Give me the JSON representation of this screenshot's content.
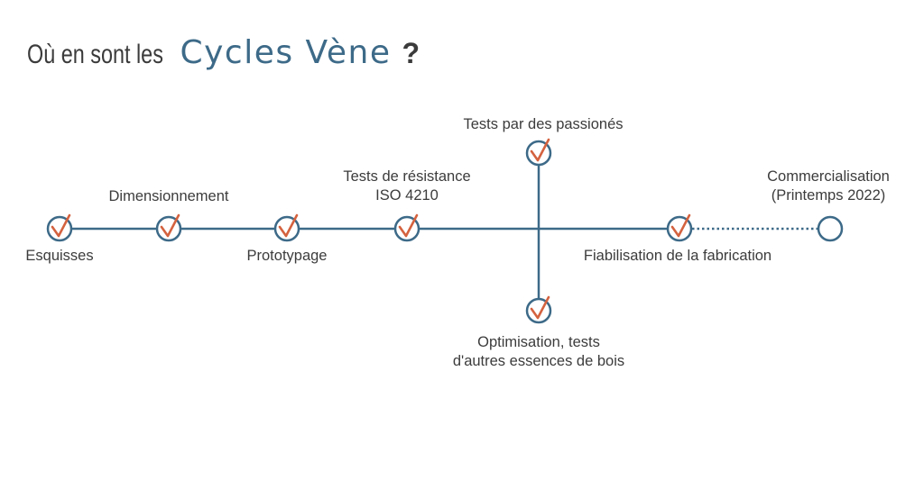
{
  "title": {
    "part1": "Où en sont les",
    "part2": "Cycles Vène",
    "part3": "?"
  },
  "colors": {
    "line": "#3d6a88",
    "check": "#d4623f",
    "text": "#3c3c3c"
  },
  "milestones": [
    {
      "id": "esquisses",
      "label": "Esquisses",
      "done": true
    },
    {
      "id": "dimensionnement",
      "label": "Dimensionnement",
      "done": true
    },
    {
      "id": "prototypage",
      "label": "Prototypage",
      "done": true
    },
    {
      "id": "tests-resistance",
      "label": "Tests de résistance",
      "label2": "ISO 4210",
      "done": true
    },
    {
      "id": "tests-passionnes",
      "label": "Tests par des passionés",
      "done": true
    },
    {
      "id": "optimisation",
      "label": "Optimisation, tests",
      "label2": "d'autres essences de bois",
      "done": true
    },
    {
      "id": "fiabilisation",
      "label": "Fiabilisation de la fabrication",
      "done": true
    },
    {
      "id": "commercialisation",
      "label": "Commercialisation",
      "label2": "(Printemps 2022)",
      "done": false
    }
  ]
}
